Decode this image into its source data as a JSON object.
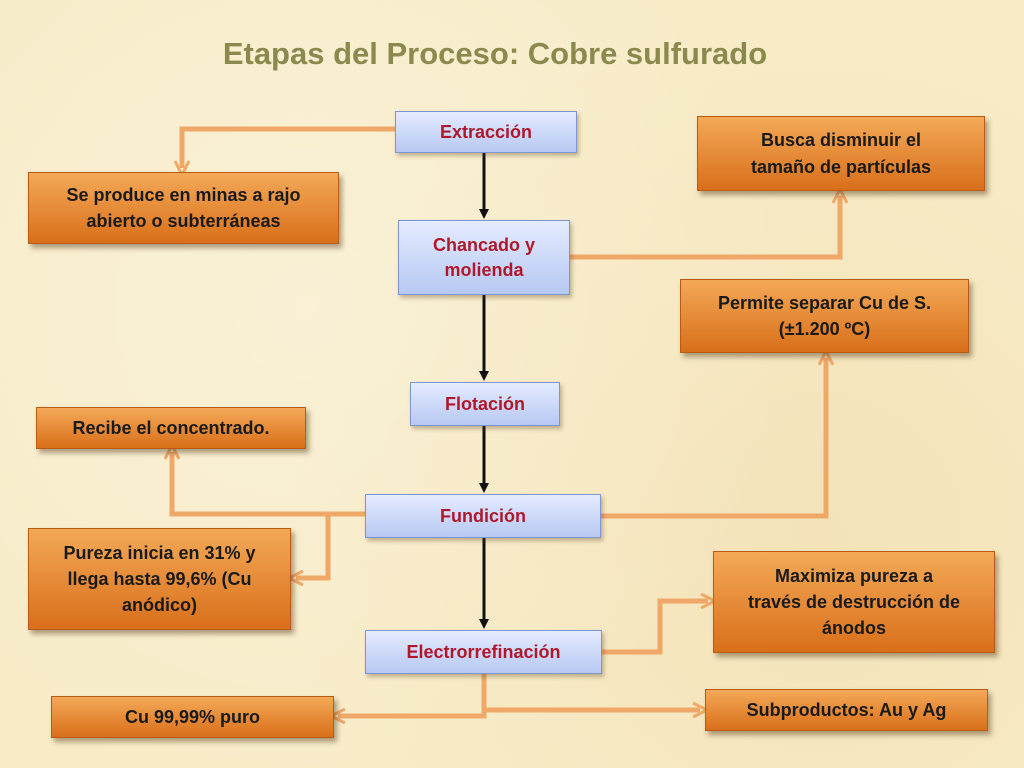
{
  "title": "Etapas del Proceso: Cobre sulfurado",
  "stages": {
    "extraccion": "Extracción",
    "chancado_l1": "Chancado y",
    "chancado_l2": "molienda",
    "flotacion": "Flotación",
    "fundicion": "Fundición",
    "electrorrefinacion": "Electrorrefinación"
  },
  "notes": {
    "minas_l1": "Se produce en minas a rajo",
    "minas_l2": "abierto o subterráneas",
    "particulas_l1": "Busca disminuir el",
    "particulas_l2": "tamaño de partículas",
    "separar_l1": "Permite separar Cu de S.",
    "separar_l2": "(±1.200 ºC)",
    "concentrado": "Recibe el concentrado.",
    "pureza_l1": "Pureza inicia en 31% y",
    "pureza_l2": "llega hasta 99,6% (Cu",
    "pureza_l3": "anódico)",
    "maximiza_l1": "Maximiza pureza a",
    "maximiza_l2": "través de destrucción de",
    "maximiza_l3": "ánodos",
    "cu_puro": "Cu 99,99% puro",
    "subproductos": "Subproductos: Au y Ag"
  },
  "colors": {
    "stage_fill": "#c9d6f7",
    "stage_text": "#b0182a",
    "note_fill": "#e88b35",
    "connector": "#f0a868",
    "flow_arrow": "#111111",
    "title": "#8b8a4e"
  }
}
